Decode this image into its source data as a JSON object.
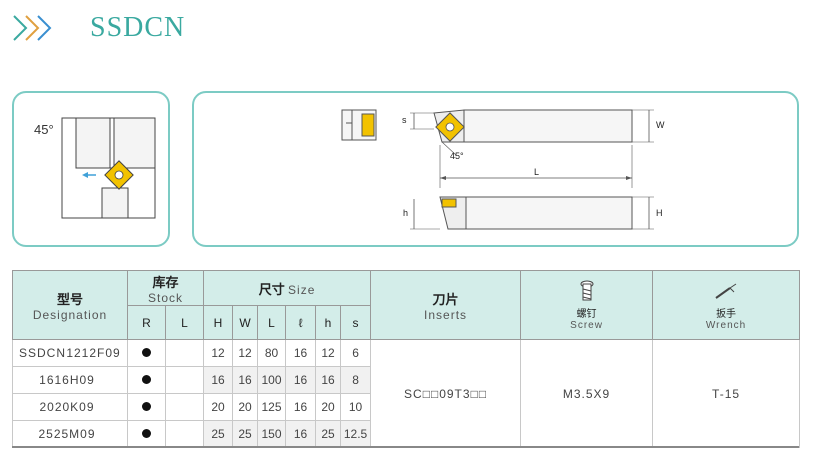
{
  "header": {
    "title": "SSDCN"
  },
  "diagram": {
    "angle_label": "45°",
    "dims": {
      "s": "s",
      "w": "W",
      "angle": "45°",
      "l": "L",
      "h": "h",
      "H": "H"
    }
  },
  "table": {
    "headers": {
      "designation_zh": "型号",
      "designation_en": "Designation",
      "stock_zh": "库存",
      "stock_en": "Stock",
      "size_zh": "尺寸",
      "size_en": "Size",
      "inserts_zh": "刀片",
      "inserts_en": "Inserts",
      "screw_zh": "螺钉",
      "screw_en": "Screw",
      "wrench_zh": "扳手",
      "wrench_en": "Wrench",
      "stock_cols": [
        "R",
        "L"
      ],
      "size_cols": [
        "H",
        "W",
        "L",
        "ℓ",
        "h",
        "s"
      ]
    },
    "series_prefix": "SSDCN",
    "rows": [
      {
        "code": "1212F09",
        "R": "●",
        "L": "",
        "H": "12",
        "W": "12",
        "Lv": "80",
        "l": "16",
        "h": "12",
        "s": "6"
      },
      {
        "code": "1616H09",
        "R": "●",
        "L": "",
        "H": "16",
        "W": "16",
        "Lv": "100",
        "l": "16",
        "h": "16",
        "s": "8"
      },
      {
        "code": "2020K09",
        "R": "●",
        "L": "",
        "H": "20",
        "W": "20",
        "Lv": "125",
        "l": "16",
        "h": "20",
        "s": "10"
      },
      {
        "code": "2525M09",
        "R": "●",
        "L": "",
        "H": "25",
        "W": "25",
        "Lv": "150",
        "l": "16",
        "h": "25",
        "s": "12.5"
      }
    ],
    "inserts": "SC□□09T3□□",
    "screw": "M3.5X9",
    "wrench": "T-15"
  },
  "colors": {
    "accent": "#3aa9a0",
    "panel_border": "#7ccbc4",
    "header_bg": "#d3ede9",
    "insert": "#f2c200",
    "arrow": "#3fa0d8"
  }
}
